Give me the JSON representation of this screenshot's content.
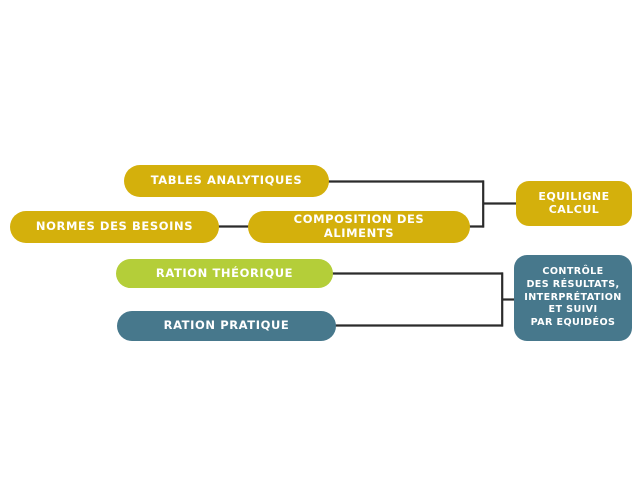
{
  "diagram": {
    "type": "flow-diagram",
    "background_color": "#FFFFFF",
    "connector_color": "#2B2B2B",
    "palette": {
      "yellow": "#D4B00C",
      "green": "#B4CE39",
      "teal": "#47788C",
      "text": "#FFFFFF"
    },
    "nodes": [
      {
        "id": "tables-analytiques",
        "label": "TABLES ANALYTIQUES",
        "shape": "pill",
        "color": "#D4B00C"
      },
      {
        "id": "normes-des-besoins",
        "label": "NORMES DES BESOINS",
        "shape": "pill",
        "color": "#D4B00C"
      },
      {
        "id": "composition-des-aliments",
        "label": "COMPOSITION DES ALIMENTS",
        "shape": "pill",
        "color": "#D4B00C"
      },
      {
        "id": "equiligne-calcul",
        "label": "EQUILIGNE\nCALCUL",
        "shape": "rounded-rect",
        "color": "#D4B00C"
      },
      {
        "id": "ration-theorique",
        "label": "RATION THÉORIQUE",
        "shape": "pill",
        "color": "#B4CE39"
      },
      {
        "id": "ration-pratique",
        "label": "RATION PRATIQUE",
        "shape": "pill",
        "color": "#47788C"
      },
      {
        "id": "controle-suivi",
        "label": "CONTRÔLE\nDES RÉSULTATS,\nINTERPRÉTATION\nET SUIVI\nPAR EQUIDÉOS",
        "shape": "rounded-rect",
        "color": "#47788C"
      }
    ],
    "connectors": [
      {
        "from": "normes-des-besoins",
        "to": "composition-des-aliments",
        "style": "straight"
      },
      {
        "from": "tables-analytiques",
        "to": "equiligne-calcul",
        "style": "bracket"
      },
      {
        "from": "composition-des-aliments",
        "to": "equiligne-calcul",
        "style": "bracket"
      },
      {
        "from": "ration-theorique",
        "to": "controle-suivi",
        "style": "bracket"
      },
      {
        "from": "ration-pratique",
        "to": "controle-suivi",
        "style": "bracket"
      }
    ]
  }
}
